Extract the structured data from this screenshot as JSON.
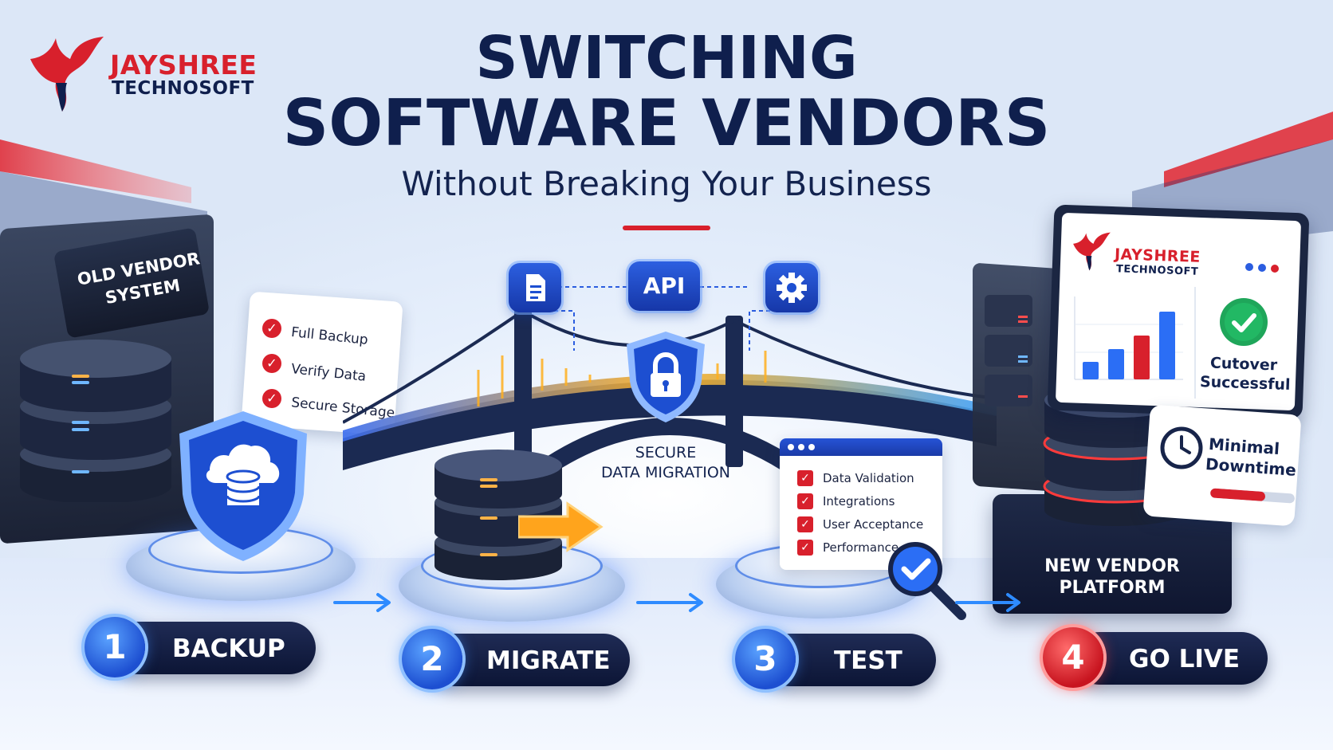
{
  "brand": {
    "name_line1": "JAYSHREE",
    "name_line2": "TECHNOSOFT"
  },
  "heading": {
    "line1": "SWITCHING",
    "line2": "SOFTWARE VENDORS",
    "subtitle": "Without Breaking Your Business"
  },
  "old_system": {
    "label_line1": "OLD VENDOR",
    "label_line2": "SYSTEM"
  },
  "backup_checklist": [
    "Full Backup",
    "Verify Data",
    "Secure Storage"
  ],
  "bridge": {
    "api_label": "API",
    "caption_line1": "SECURE",
    "caption_line2": "DATA MIGRATION"
  },
  "test_checklist": [
    "Data Validation",
    "Integrations",
    "User Acceptance",
    "Performance"
  ],
  "new_platform": {
    "label_line1": "NEW VENDOR",
    "label_line2": "PLATFORM",
    "dashboard_brand_line1": "JAYSHREE",
    "dashboard_brand_line2": "TECHNOSOFT",
    "cutover_line1": "Cutover",
    "cutover_line2": "Successful",
    "downtime_line1": "Minimal",
    "downtime_line2": "Downtime",
    "downtime_level": 0.65,
    "bar_levels": [
      0.22,
      0.38,
      0.55,
      0.85
    ]
  },
  "steps": [
    {
      "number": "1",
      "label": "BACKUP"
    },
    {
      "number": "2",
      "label": "MIGRATE"
    },
    {
      "number": "3",
      "label": "TEST"
    },
    {
      "number": "4",
      "label": "GO LIVE"
    }
  ],
  "colors": {
    "navy": "#0f1f4d",
    "brand_red": "#d8202c",
    "accent_blue": "#1e5bff",
    "check_green": "#1fa65a",
    "glow_orange": "#ffb020"
  }
}
